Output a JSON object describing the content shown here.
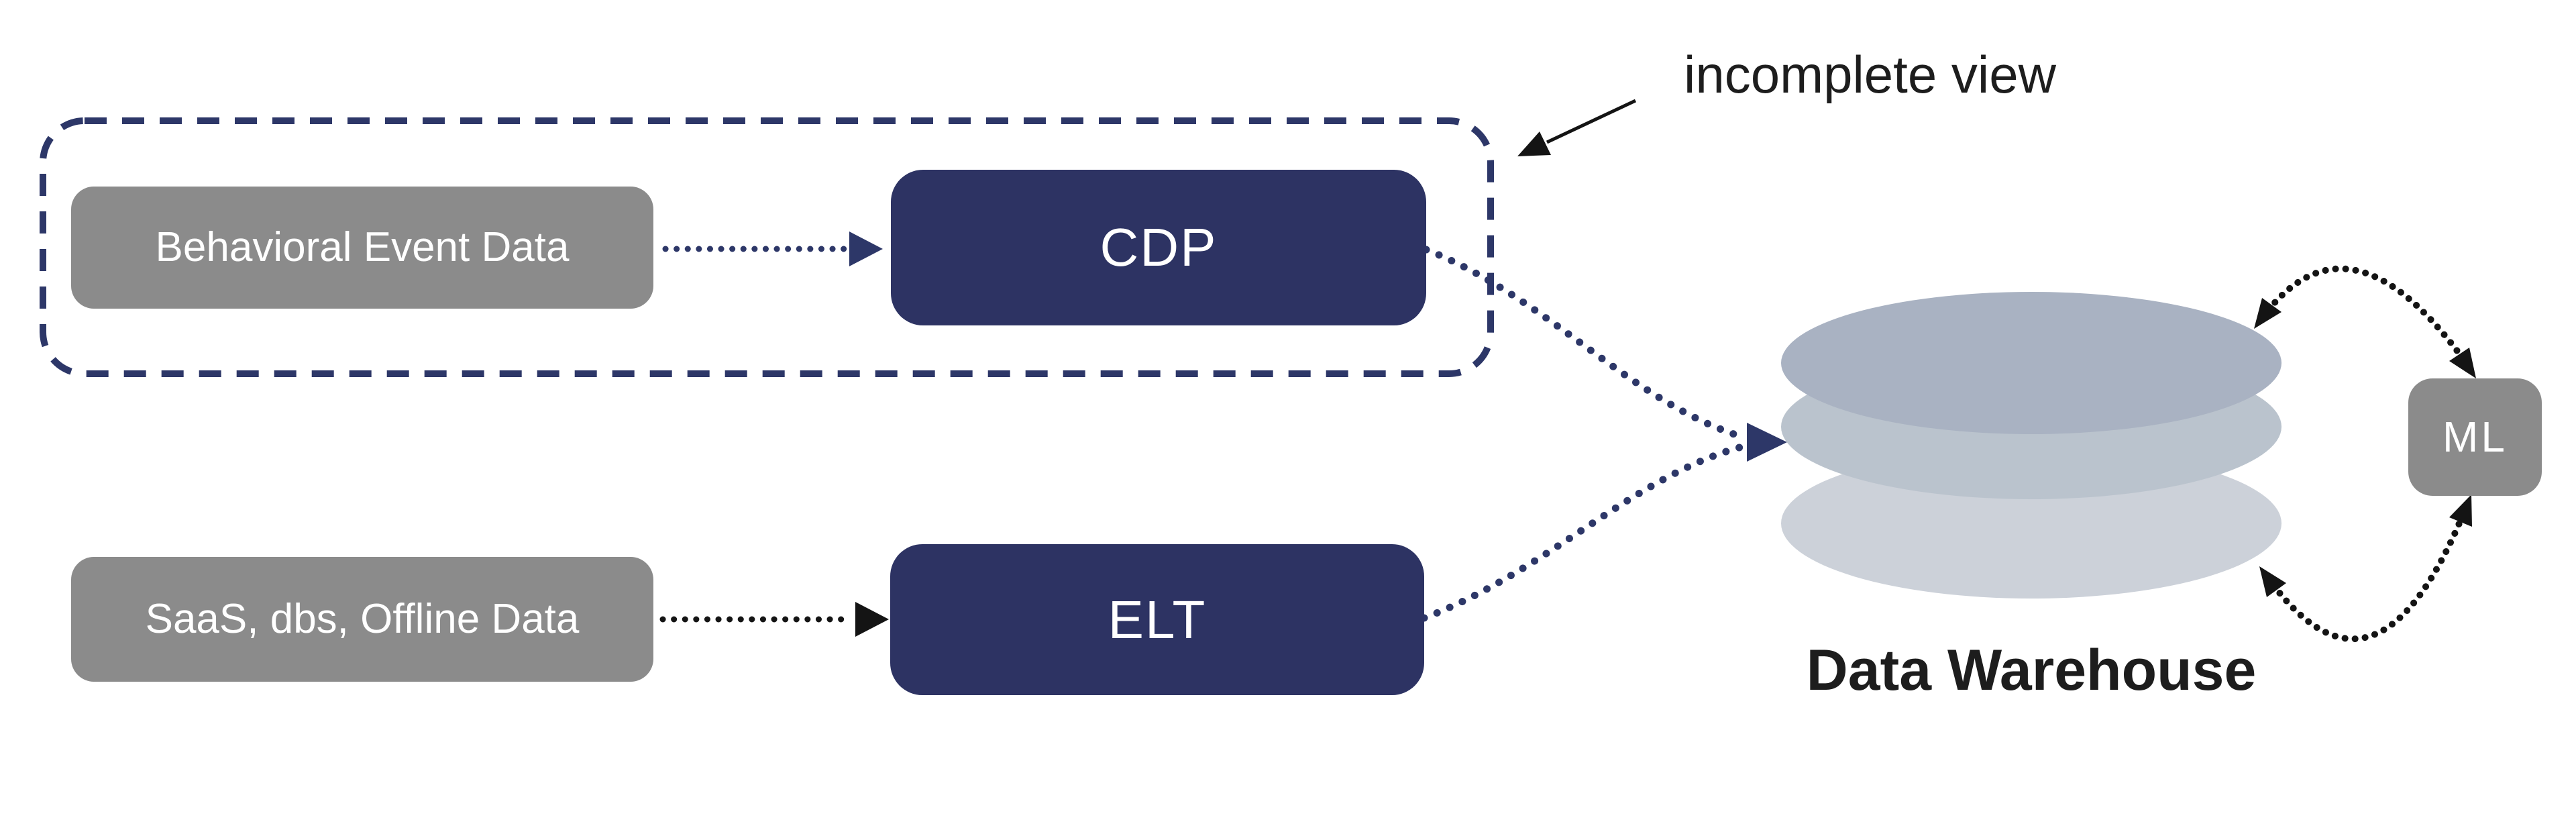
{
  "annotation": {
    "label": "incomplete view"
  },
  "boxes": {
    "behavioral": {
      "label": "Behavioral Event Data"
    },
    "cdp": {
      "label": "CDP"
    },
    "saas": {
      "label": "SaaS, dbs, Offline Data"
    },
    "elt": {
      "label": "ELT"
    },
    "ml": {
      "label": "ML"
    }
  },
  "warehouse": {
    "label": "Data Warehouse"
  },
  "colors": {
    "navy_box": "#2d3363",
    "navy_line": "#2d3768",
    "gray_box": "#8b8b8b",
    "black_line": "#141414",
    "text_dark": "#1d1d1d",
    "box_text": "#ffffff",
    "ellipse_top": "#a9b2c2",
    "ellipse_middle": "#bac3cd",
    "ellipse_bottom": "#ccd1d9"
  }
}
